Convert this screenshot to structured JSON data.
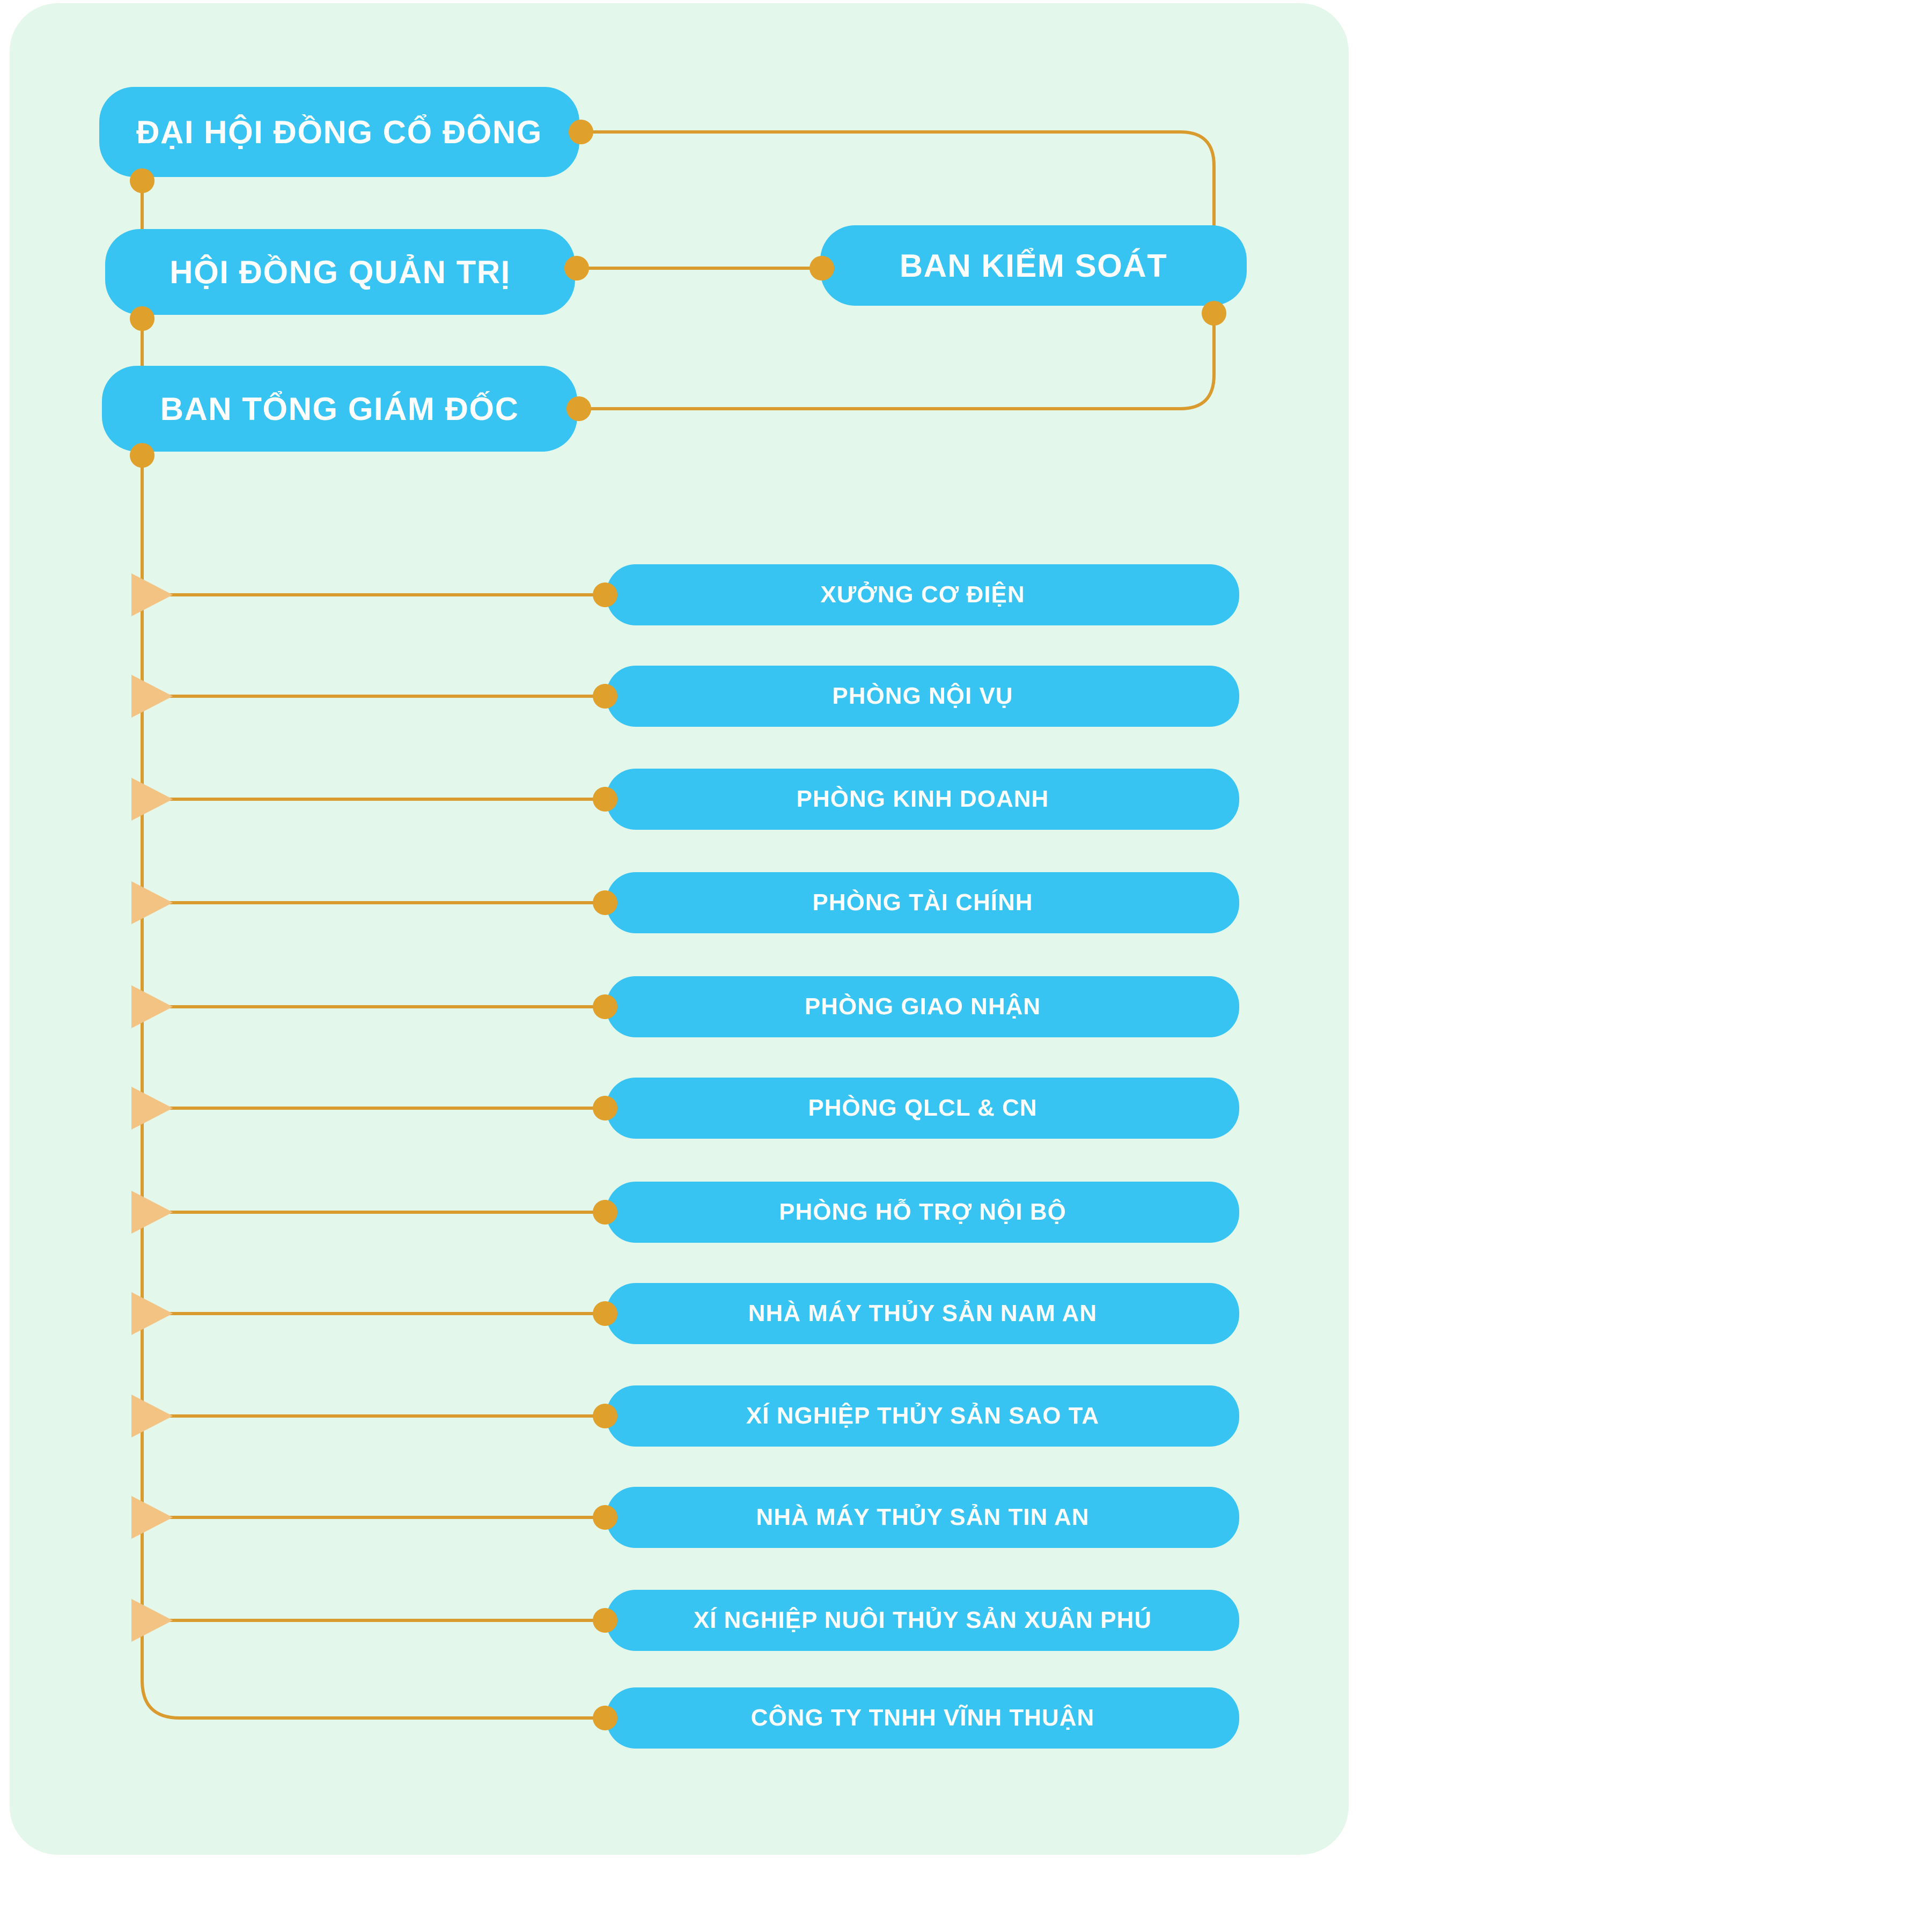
{
  "org_chart": {
    "governance": [
      {
        "label": "ĐẠI HỘI ĐỒNG CỔ ĐÔNG"
      },
      {
        "label": "HỘI ĐỒNG QUẢN TRỊ"
      },
      {
        "label": "BAN TỔNG GIÁM ĐỐC"
      },
      {
        "label": "BAN KIỂM SOÁT"
      }
    ],
    "departments": [
      {
        "label": "XƯỞNG CƠ ĐIỆN"
      },
      {
        "label": "PHÒNG NỘI VỤ"
      },
      {
        "label": "PHÒNG KINH DOANH"
      },
      {
        "label": "PHÒNG TÀI CHÍNH"
      },
      {
        "label": "PHÒNG GIAO NHẬN"
      },
      {
        "label": "PHÒNG QLCL & CN"
      },
      {
        "label": "PHÒNG HỖ TRỢ NỘI BỘ"
      },
      {
        "label": "NHÀ MÁY THỦY SẢN NAM AN"
      },
      {
        "label": "XÍ NGHIỆP THỦY SẢN SAO TA"
      },
      {
        "label": "NHÀ MÁY THỦY SẢN TIN AN"
      },
      {
        "label": "XÍ NGHIỆP NUÔI THỦY SẢN XUÂN PHÚ"
      },
      {
        "label": "CÔNG TY TNHH VĨNH THUẬN"
      }
    ],
    "colors": {
      "node_fill": "#38c4f2",
      "node_text": "#ffffff",
      "connector_line": "#d99a2e",
      "connector_dot": "#dfa02c",
      "arrow": "#f2c382",
      "panel_background": "#e3f7ea",
      "page_background": "#ffffff"
    }
  }
}
